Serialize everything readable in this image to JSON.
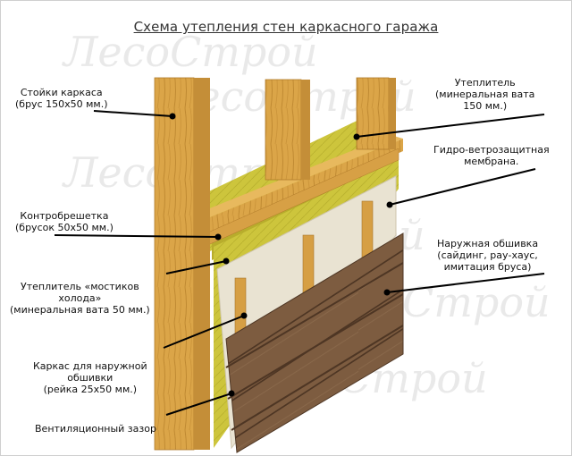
{
  "title": "Схема утепления стен каркасного гаража",
  "watermark": "ЛесоСтрой",
  "labels": {
    "frame_posts": {
      "line1": "Стойки каркаса",
      "line2": "(брус 150х50 мм.)"
    },
    "insulation_main": {
      "line1": "Утеплитель",
      "line2": "(минеральная вата",
      "line3": "150 мм.)"
    },
    "membrane": {
      "line1": "Гидро-ветрозащитная",
      "line2": "мембрана."
    },
    "counter_batten": {
      "line1": "Контробрешетка",
      "line2": "(брусок 50х50 мм.)"
    },
    "cladding": {
      "line1": "Наружная обшивка",
      "line2": "(сайдинг, рау-хаус,",
      "line3": "имитация бруса)"
    },
    "cold_bridge": {
      "line1": "Утеплитель «мостиков",
      "line2": "холода»",
      "line3": "(минеральная вата 50 мм.)"
    },
    "outer_frame": {
      "line1": "Каркас для наружной",
      "line2": "обшивки",
      "line3": "(рейка 25х50 мм.)"
    },
    "vent_gap": {
      "line1": "Вентиляционный зазор"
    }
  },
  "colors": {
    "wood": "#d9a246",
    "wood_dark": "#b07a2a",
    "mineral_wool": "#c9c23a",
    "membrane": "#e8e1cf",
    "cladding": "#7a5a3e",
    "leader": "#000000"
  }
}
